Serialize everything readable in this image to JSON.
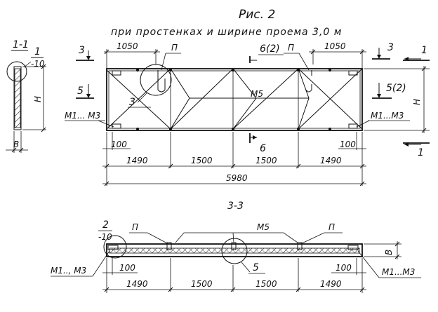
{
  "title": "Рис. 2",
  "subtitle": "при простенках и ширине проема 3,0 м",
  "section_1_1": {
    "label": "1-1",
    "marker": "1",
    "marker_sub": "-10",
    "height_label": "Н",
    "width_label": "В"
  },
  "elevation": {
    "top_dim_left": "1050",
    "top_dim_right": "1050",
    "label_p_left": "П",
    "label_p_right": "П",
    "label_6_2": "6(2)",
    "label_3_circle": "3",
    "label_m5": "М5",
    "label_m1_m3_left": "М1... М3",
    "label_m1_m3_right": "М1...М3",
    "cut_3_left": "3",
    "cut_3_right": "3",
    "cut_5_left": "5",
    "cut_5_2_right": "5(2)",
    "cut_6_bottom": "6",
    "cut_1_top": "1",
    "cut_1_bottom": "1",
    "height_label": "Н",
    "dim_100_left": "100",
    "dim_100_right": "100",
    "dims_spans": [
      "1490",
      "1500",
      "1500",
      "1490"
    ],
    "dim_total": "5980"
  },
  "section_3_3": {
    "label": "3-3",
    "marker_2": "2",
    "marker_2_sub": "-10",
    "label_p_left": "П",
    "label_p_right": "П",
    "label_m5": "М5",
    "label_5": "5",
    "label_m1_m3_left": "М1.., М3",
    "label_m1_m3_right": "М1...М3",
    "dim_100_left": "100",
    "dim_100_right": "100",
    "width_label": "В",
    "dims_spans": [
      "1490",
      "1500",
      "1500",
      "1490"
    ]
  }
}
